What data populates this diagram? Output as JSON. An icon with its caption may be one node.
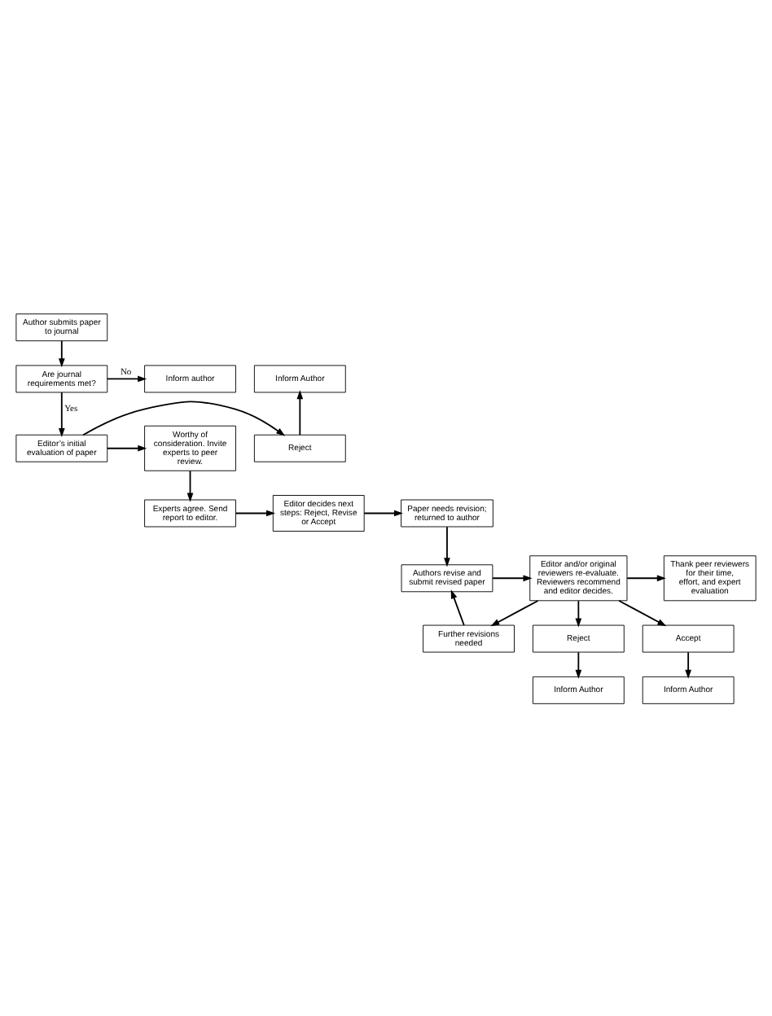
{
  "diagram": {
    "nodes": [
      {
        "text": [
          "Author submits paper to journal"
        ]
      },
      {
        "text": [
          "Inform Author"
        ]
      },
      {
        "text": [
          "Are journal requirements met?"
        ]
      },
      {
        "text": [
          "Inform author"
        ]
      },
      {
        "text": [
          "Reject"
        ]
      },
      {
        "text": [
          "Editor’s initial evaluation of paper"
        ]
      },
      {
        "text": [
          "Worthy of consideration. Invite experts to peer review."
        ]
      },
      {
        "text": [
          "Paper needs revision; returned to author"
        ]
      },
      {
        "text": [
          "Editor decides next steps: Reject, Revise or Accept"
        ]
      },
      {
        "text": [
          "Experts agree. Send report to editor."
        ]
      },
      {
        "text": [
          "Authors revise and submit revised paper"
        ]
      },
      {
        "text": [
          "Editor and/or original reviewers re-evaluate. Reviewers recommend and editor decides."
        ]
      },
      {
        "text": [
          "Thank peer reviewers for their time, effort, and expert evaluation"
        ]
      },
      {
        "text": [
          "Further revisions needed"
        ]
      },
      {
        "text": [
          "Reject"
        ]
      },
      {
        "text": [
          "Accept"
        ]
      },
      {
        "text": [
          "Inform Author"
        ]
      },
      {
        "text": [
          "Inform Author"
        ]
      }
    ],
    "edges": [
      {
        "from": 0,
        "to": 2,
        "arrow": "to"
      },
      {
        "from": 2,
        "to": 3,
        "arrow": "to",
        "label": "No"
      },
      {
        "from": 2,
        "to": 5,
        "arrow": "to",
        "label": "Yes"
      },
      {
        "from": 4,
        "to": 1,
        "arrow": "to"
      },
      {
        "from": 5,
        "to": 4,
        "arrow": "to"
      },
      {
        "from": 5,
        "to": 6,
        "arrow": "to"
      },
      {
        "from": 6,
        "to": 9,
        "arrow": "to"
      },
      {
        "from": 9,
        "to": 8,
        "arrow": "to"
      },
      {
        "from": 8,
        "to": 7,
        "arrow": "to"
      },
      {
        "from": 7,
        "to": 10,
        "arrow": "to"
      },
      {
        "from": 10,
        "to": 11,
        "arrow": "to"
      },
      {
        "from": 11,
        "to": 12,
        "arrow": "to"
      },
      {
        "from": 11,
        "to": 13,
        "arrow": "to"
      },
      {
        "from": 11,
        "to": 14,
        "arrow": "to"
      },
      {
        "from": 11,
        "to": 15,
        "arrow": "to"
      },
      {
        "from": 13,
        "to": 10,
        "arrow": "to"
      },
      {
        "from": 14,
        "to": 16,
        "arrow": "to"
      },
      {
        "from": 15,
        "to": 17,
        "arrow": "to"
      }
    ]
  }
}
